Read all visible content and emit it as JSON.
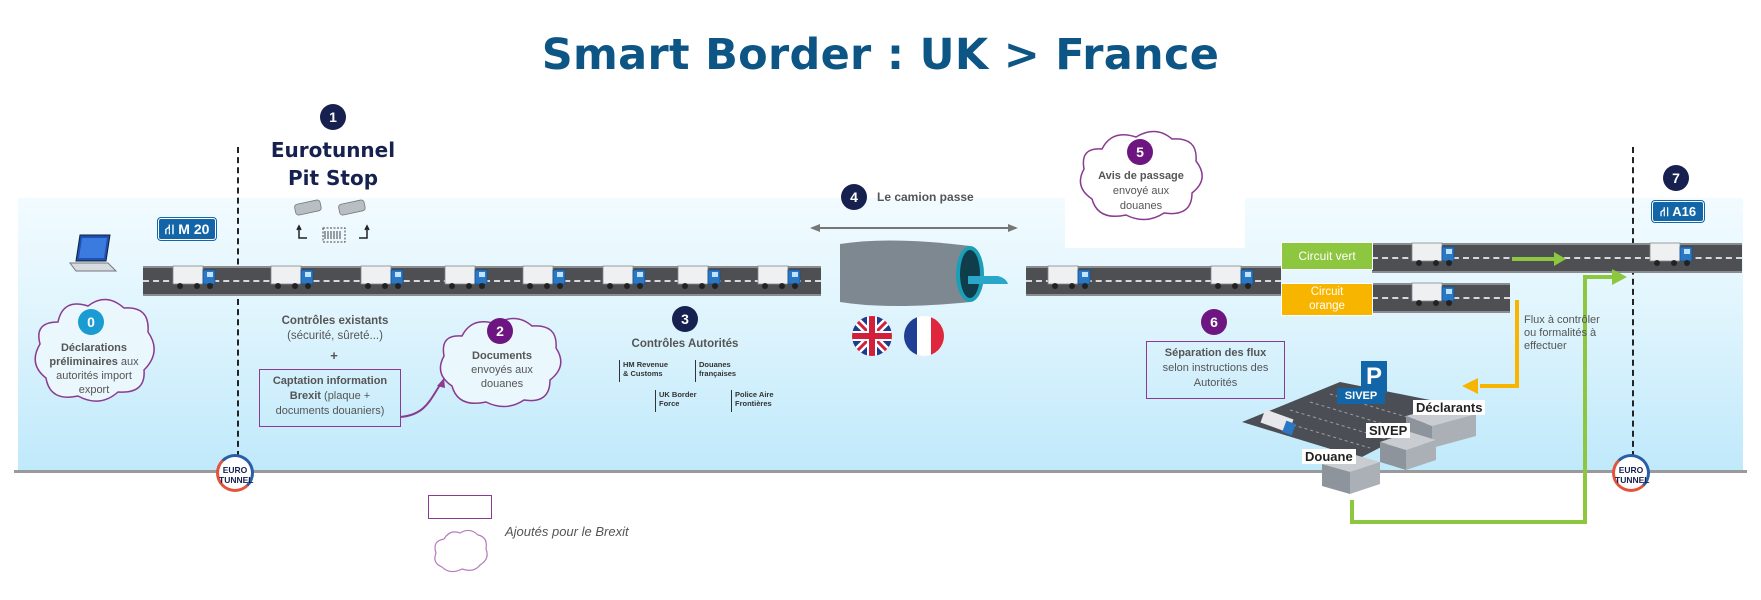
{
  "title": "Smart Border : UK > France",
  "colors": {
    "title": "#0c5585",
    "navy_step": "#16214f",
    "purple_step": "#6d1580",
    "blue_step": "#1a9bd1",
    "circuit_vert": "#8dc63f",
    "circuit_orange": "#f7b500",
    "sign_blue": "#1266a8"
  },
  "signs": {
    "m20": "M 20",
    "a16": "A16"
  },
  "steps": {
    "s0": {
      "num": "0",
      "text": [
        "Déclarations",
        "préliminaires",
        "aux",
        "autorités import",
        "export"
      ]
    },
    "s1": {
      "num": "1",
      "title_line1": "Eurotunnel",
      "title_line2": "Pit Stop"
    },
    "s1_controls": {
      "line1": "Contrôles existants",
      "line2": "(sécurité, sûreté...)",
      "plus": "+",
      "box_bold1": "Captation information",
      "box_bold2": "Brexit",
      "box_rest": " (plaque +",
      "box_line3": "documents douaniers)"
    },
    "s2": {
      "num": "2",
      "line1": "Documents",
      "line2": "envoyés aux",
      "line3": "douanes"
    },
    "s3": {
      "num": "3",
      "title": "Contrôles Autorités",
      "items": {
        "hmrc1": "HM Revenue",
        "hmrc2": "& Customs",
        "douanes1": "Douanes",
        "douanes2": "françaises",
        "ukbf1": "UK Border",
        "ukbf2": "Force",
        "paf1": "Police Aire",
        "paf2": "Frontières"
      }
    },
    "s4": {
      "num": "4",
      "text": "Le camion passe"
    },
    "s5": {
      "num": "5",
      "line1": "Avis de passage",
      "line2": "envoyé aux",
      "line3": "douanes"
    },
    "s6": {
      "num": "6",
      "line1": "Séparation des flux",
      "line2": "selon instructions des",
      "line3": "Autorités"
    },
    "s7": {
      "num": "7"
    }
  },
  "circuits": {
    "vert": "Circuit vert",
    "orange_line1": "Circuit",
    "orange_line2": "orange"
  },
  "flux_note": {
    "line1": "Flux à contrôler",
    "line2": "ou formalités à",
    "line3": "effectuer"
  },
  "buildings": {
    "parking": "P",
    "sivep_sign": "SIVEP",
    "declarants": "Déclarants",
    "sivep": "SIVEP",
    "douane": "Douane"
  },
  "logos": {
    "line1": "EURO",
    "line2": "TUNNEL"
  },
  "legend": {
    "text": "Ajoutés pour le Brexit"
  }
}
